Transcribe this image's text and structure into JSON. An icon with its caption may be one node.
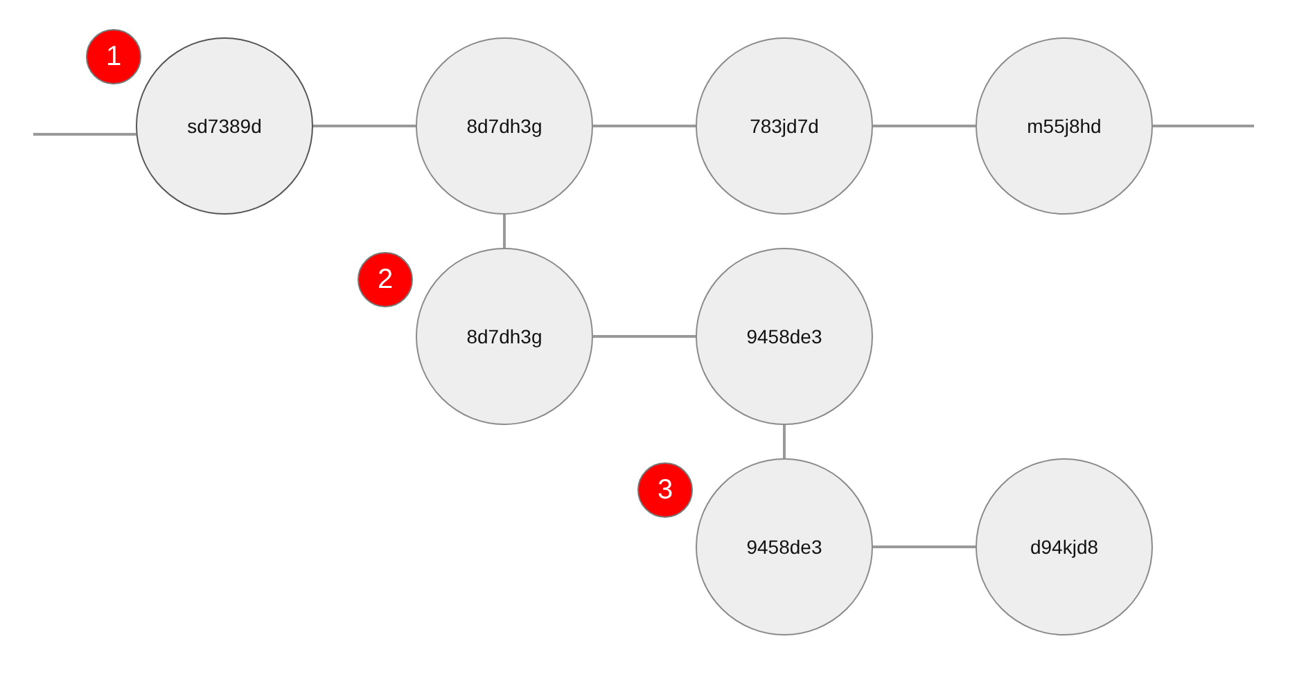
{
  "diagram": {
    "nodes": [
      {
        "text": [
          "sd7389d"
        ]
      },
      {
        "text": [
          "8d7dh3g"
        ]
      },
      {
        "text": [
          "783jd7d"
        ]
      },
      {
        "text": [
          "m55j8hd"
        ]
      },
      {
        "text": [
          "8d7dh3g"
        ]
      },
      {
        "text": [
          "9458de3"
        ]
      },
      {
        "text": [
          "9458de3"
        ]
      },
      {
        "text": [
          "d94kjd8"
        ]
      }
    ],
    "edges": [
      {
        "from": null,
        "to": 0,
        "arrow": "none"
      },
      {
        "from": 0,
        "to": 1,
        "arrow": "none"
      },
      {
        "from": 1,
        "to": 2,
        "arrow": "none"
      },
      {
        "from": 2,
        "to": 3,
        "arrow": "none"
      },
      {
        "from": 3,
        "to": null,
        "arrow": "none"
      },
      {
        "from": 1,
        "to": 4,
        "arrow": "none"
      },
      {
        "from": 4,
        "to": 5,
        "arrow": "none"
      },
      {
        "from": 5,
        "to": 6,
        "arrow": "none"
      },
      {
        "from": 6,
        "to": 7,
        "arrow": "none"
      }
    ],
    "labels": [
      "1",
      "2",
      "3"
    ]
  }
}
